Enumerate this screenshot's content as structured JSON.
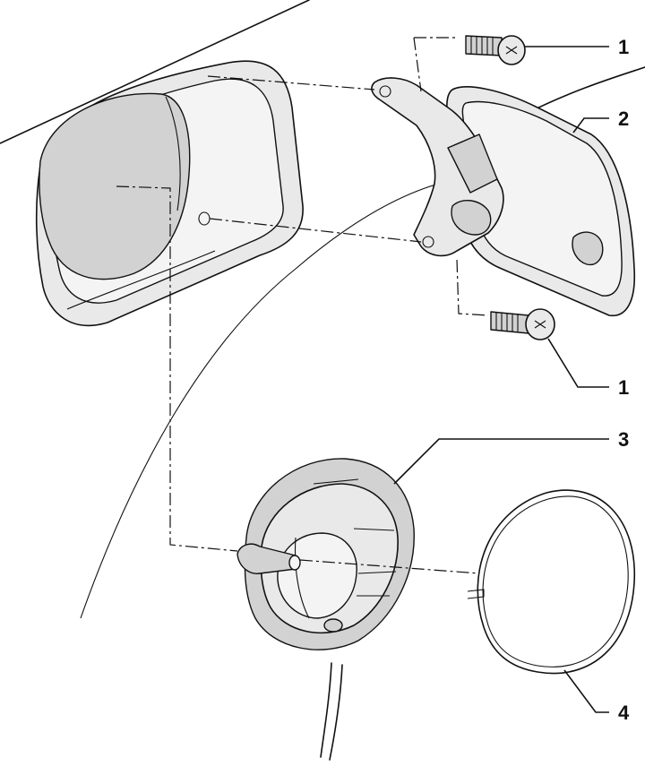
{
  "callouts": [
    {
      "id": "c1a",
      "label": "1"
    },
    {
      "id": "c2",
      "label": "2"
    },
    {
      "id": "c1b",
      "label": "1"
    },
    {
      "id": "c3",
      "label": "3"
    },
    {
      "id": "c4",
      "label": "4"
    }
  ]
}
